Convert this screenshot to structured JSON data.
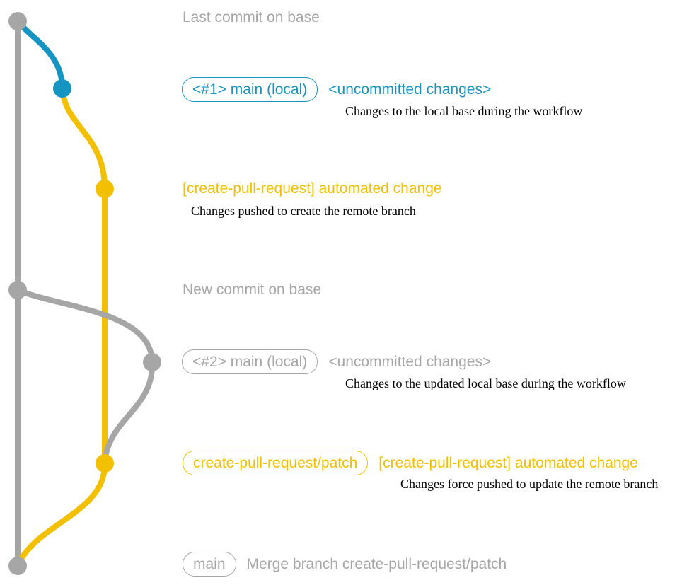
{
  "colors": {
    "base_gray": "#a6a6a6",
    "branch_blue": "#1795c2",
    "branch_yellow": "#f3c000",
    "desc_text": "#000000"
  },
  "graph": {
    "annotations": {
      "last_commit": "Last commit on base",
      "new_commit": "New commit on base"
    },
    "rows": {
      "main_local_1": {
        "box_label": "<#1> main (local)",
        "status": "<uncommitted changes>",
        "description": "Changes to the local base during the workflow"
      },
      "automated_change_1": {
        "label": "[create-pull-request] automated change",
        "description": "Changes pushed to create the remote branch"
      },
      "main_local_2": {
        "box_label": "<#2> main (local)",
        "status": "<uncommitted changes>",
        "description": "Changes to the updated local base during the workflow"
      },
      "automated_change_2": {
        "box_label": "create-pull-request/patch",
        "label": "[create-pull-request] automated change",
        "description": "Changes force pushed to update the remote branch"
      },
      "merge": {
        "box_label": "main",
        "label": "Merge branch create-pull-request/patch"
      }
    }
  }
}
